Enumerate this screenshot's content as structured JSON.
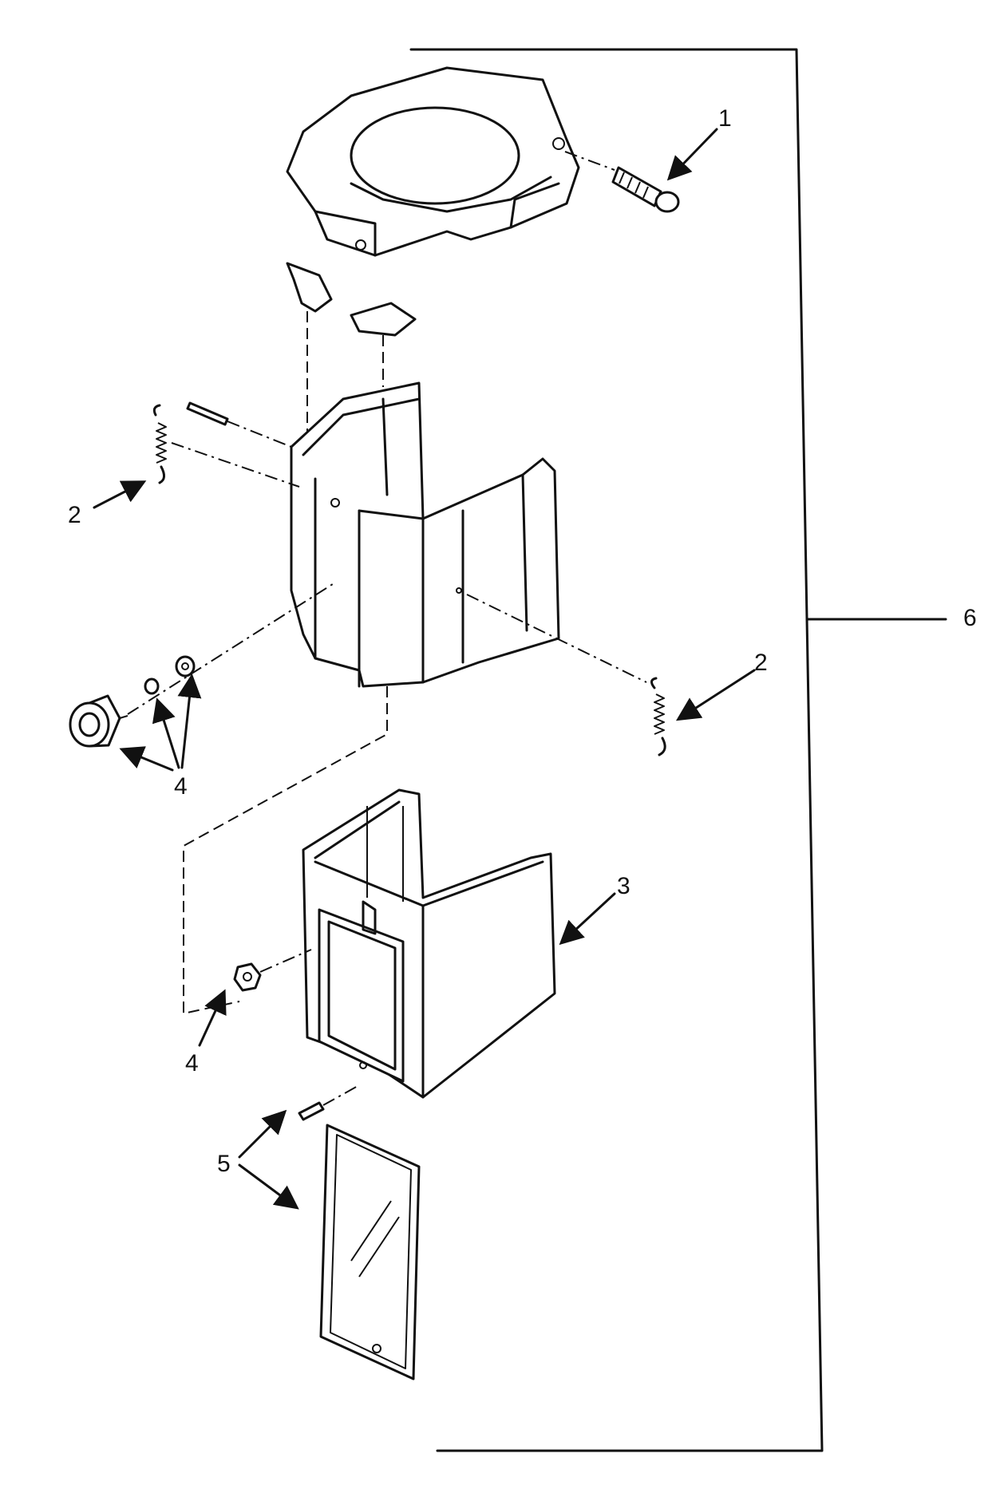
{
  "callouts": {
    "c1": "1",
    "c2a": "2",
    "c2b": "2",
    "c3": "3",
    "c4a": "4",
    "c4b": "4",
    "c5": "5",
    "c6": "6"
  },
  "colors": {
    "ink": "#111111",
    "paper": "#ffffff"
  }
}
